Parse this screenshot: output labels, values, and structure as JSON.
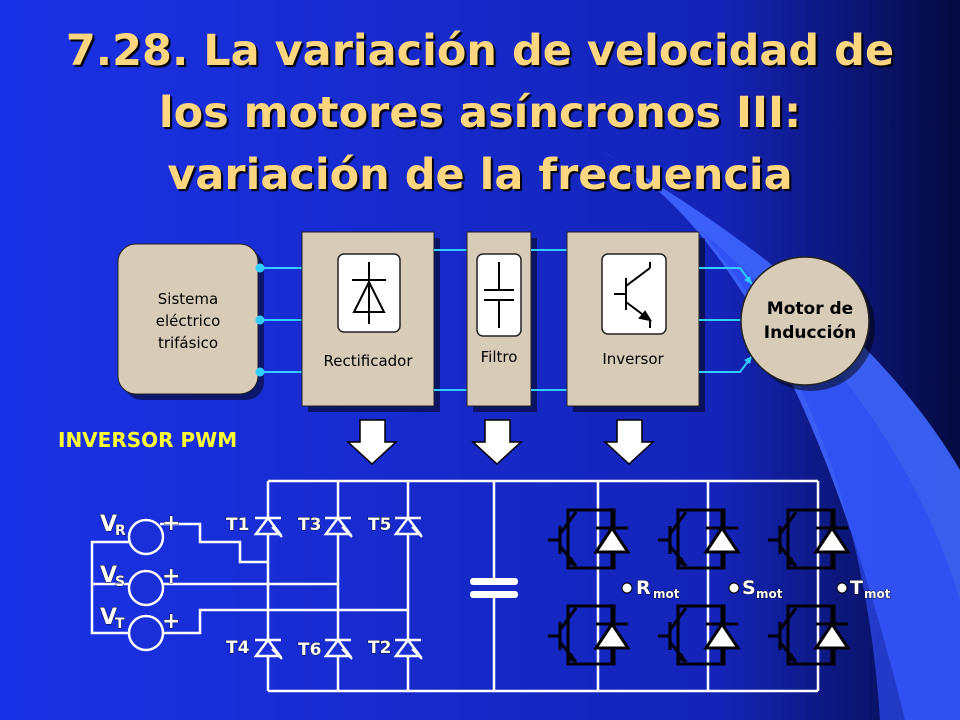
{
  "slide": {
    "title_lines": [
      "7.28. La variación de velocidad de",
      "los motores asíncronos III:",
      "variación de la frecuencia"
    ]
  },
  "block_diagram": {
    "source_lines": [
      "Sistema",
      "eléctrico",
      "trifásico"
    ],
    "rectifier_label": "Rectificador",
    "filter_label": "Filtro",
    "inverter_label": "Inversor",
    "motor_lines": [
      "Motor de",
      "Inducción"
    ]
  },
  "circuit": {
    "heading": "INVERSOR PWM",
    "sources": [
      {
        "main": "V",
        "sub": "R"
      },
      {
        "main": "V",
        "sub": "S"
      },
      {
        "main": "V",
        "sub": "T"
      }
    ],
    "plus_sign": "+",
    "thyristors_top": [
      "T1",
      "T3",
      "T5"
    ],
    "thyristors_bottom": [
      "T4",
      "T6",
      "T2"
    ],
    "outputs": [
      {
        "main": "R",
        "sub": "mot"
      },
      {
        "main": "S",
        "sub": "mot"
      },
      {
        "main": "T",
        "sub": "mot"
      }
    ]
  },
  "colors": {
    "background": "#1a2fd8",
    "title": "#ffd680",
    "block_fill": "#d8ccb8",
    "heading": "#ffff33",
    "wire_cyan": "#33ccff"
  }
}
